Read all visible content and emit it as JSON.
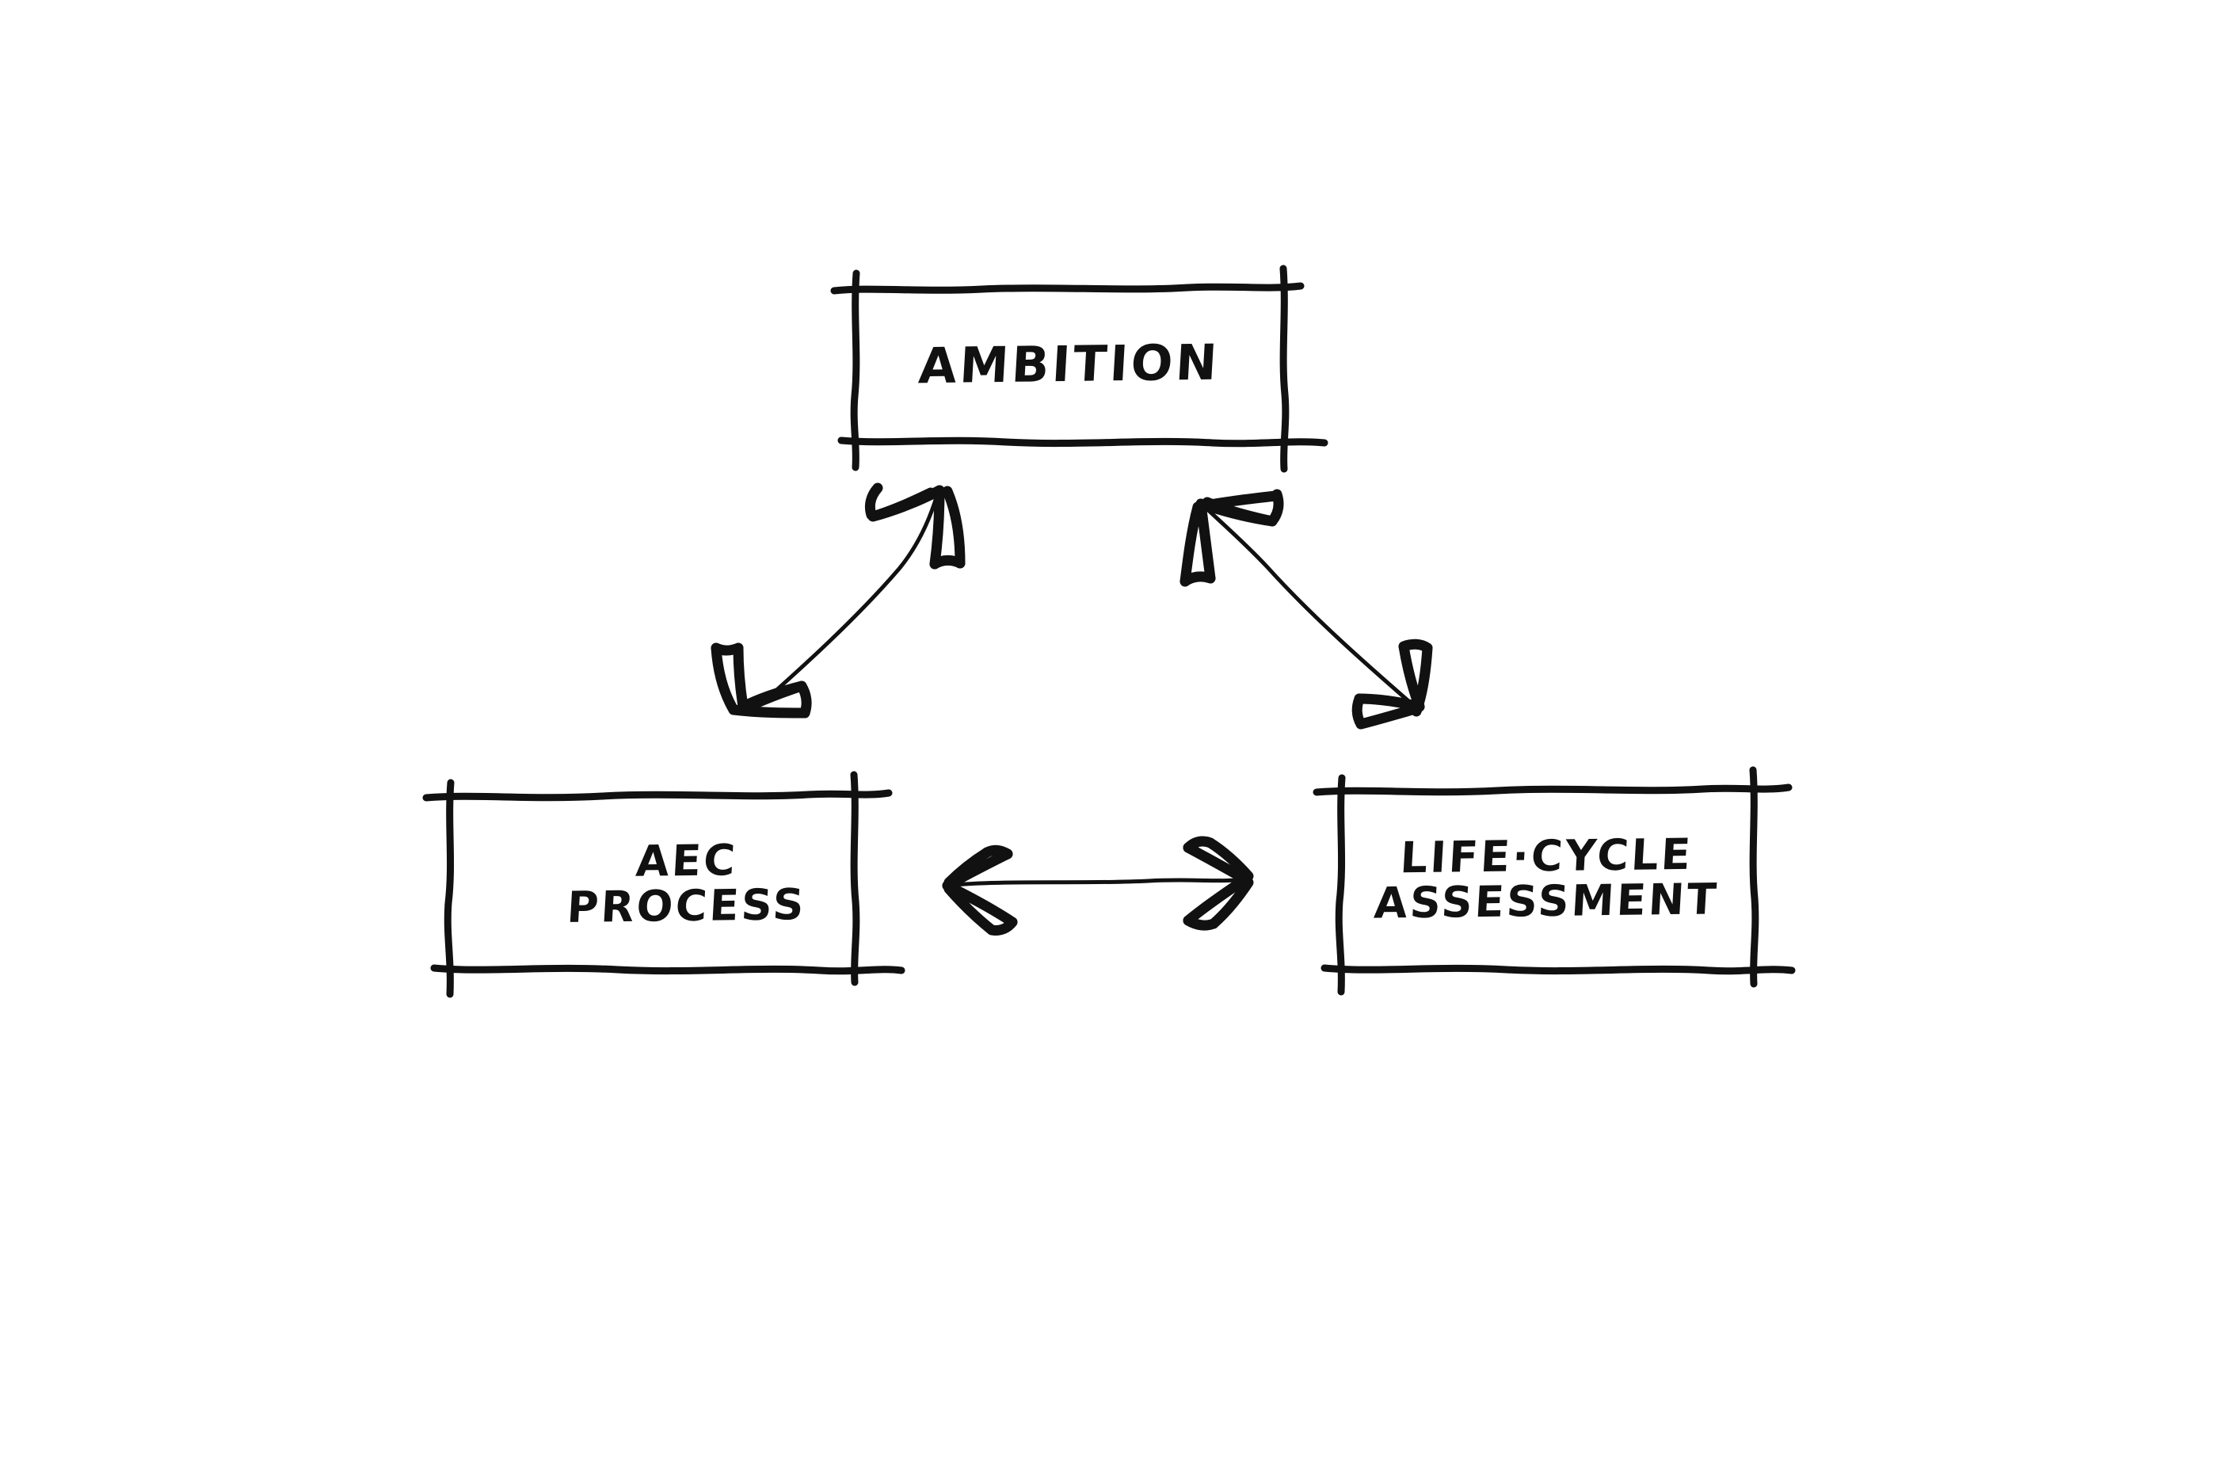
{
  "diagram": {
    "title": "Ambition / AEC Process / Life-Cycle Assessment relationship sketch",
    "style": "hand-drawn ink sketch on white",
    "ink_color": "#111111",
    "background_color": "#ffffff",
    "nodes": [
      {
        "id": "ambition",
        "label": "AMBITION",
        "label_lines": [
          "AMBITION"
        ],
        "shape": "rectangle",
        "position": "top-center"
      },
      {
        "id": "aec-process",
        "label": "AEC PROCESS",
        "label_lines": [
          "AEC",
          "PROCESS"
        ],
        "shape": "rectangle",
        "position": "bottom-left"
      },
      {
        "id": "life-cycle-assessment",
        "label": "LIFE·CYCLE ASSESSMENT",
        "label_lines": [
          "LIFE·CYCLE",
          "ASSESSMENT"
        ],
        "shape": "rectangle",
        "position": "bottom-right"
      }
    ],
    "edges": [
      {
        "id": "edge-ambition-aec",
        "from": "aec-process",
        "to": "ambition",
        "direction": "bidirectional",
        "style": "thin hand-drawn line with open V arrowheads at both ends"
      },
      {
        "id": "edge-ambition-lca",
        "from": "life-cycle-assessment",
        "to": "ambition",
        "direction": "bidirectional",
        "style": "thin hand-drawn line with open V arrowheads at both ends"
      },
      {
        "id": "edge-aec-lca",
        "from": "aec-process",
        "to": "life-cycle-assessment",
        "direction": "bidirectional",
        "style": "thin hand-drawn horizontal line with open V arrowheads at both ends"
      }
    ]
  }
}
